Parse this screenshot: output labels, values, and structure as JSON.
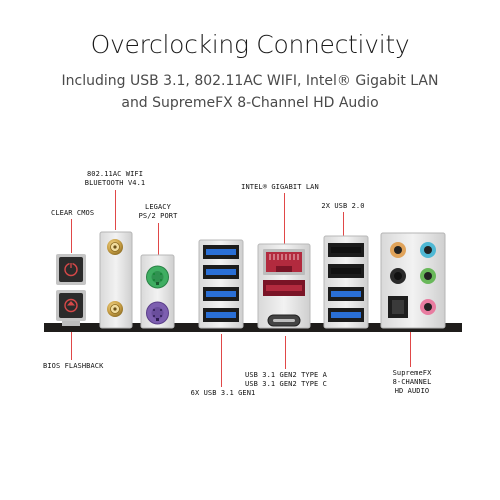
{
  "header": {
    "title": "Overclocking Connectivity",
    "subtitle_line1": "Including USB 3.1, 802.11AC WIFI, Intel® Gigabit LAN",
    "subtitle_line2": "and SupremeFX 8-Channel HD Audio"
  },
  "callouts": {
    "wifi": [
      "802.11AC WIFI",
      "BLUETOOTH V4.1"
    ],
    "legacy": [
      "LEGACY",
      "PS/2 PORT"
    ],
    "intel_lan": "INTEL® GIGABIT LAN",
    "usb20": "2X USB 2.0",
    "clear_cmos": "CLEAR CMOS",
    "bios_flashback": "BIOS FLASHBACK",
    "usb31_gen2": [
      "USB 3.1 GEN2 TYPE A",
      "USB 3.1 GEN2 TYPE C"
    ],
    "usb31_gen1": "6X USB 3.1 GEN1",
    "audio": [
      "SupremeFX",
      "8-CHANNEL",
      "HD AUDIO"
    ]
  },
  "colors": {
    "callout_line": "#e04848",
    "usb3_blue": "#2a6fd6",
    "lan_red": "#b22a3e",
    "ps2_green": "#3fae62",
    "ps2_purple": "#7d5fb0",
    "gold": "#c9a046",
    "panel_dark": "#1f1d1b"
  },
  "icons": [
    "button-icon",
    "antenna-connector-icon",
    "ps2-port-icon",
    "usb-a-port-icon",
    "rj45-port-icon",
    "usb-c-port-icon",
    "audio-jack-icon",
    "optical-port-icon"
  ]
}
